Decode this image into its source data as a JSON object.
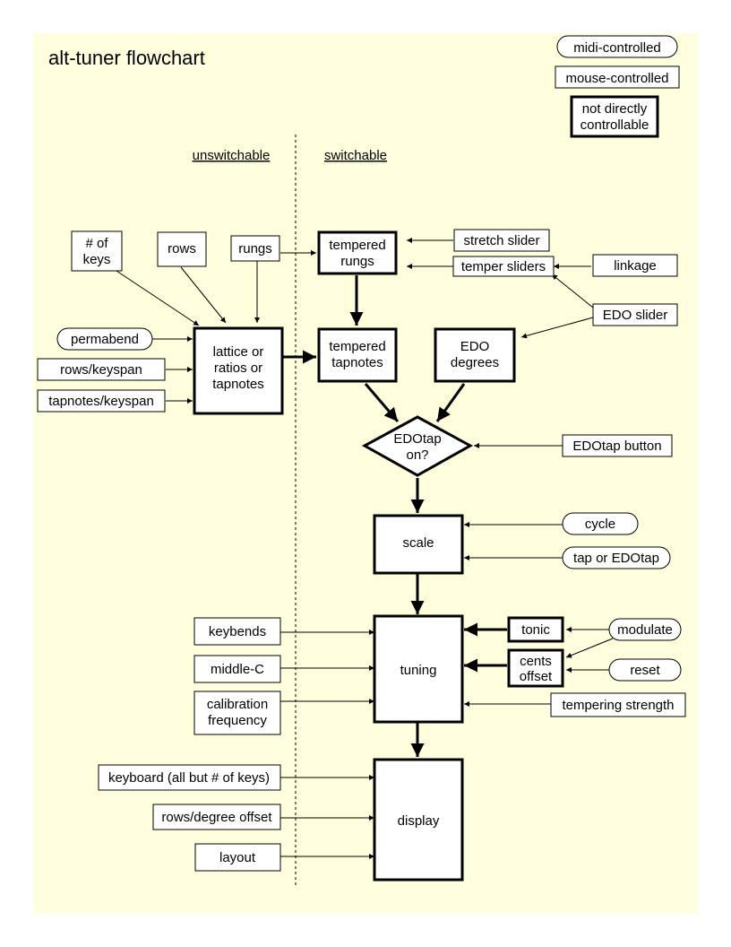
{
  "title": "alt-tuner flowchart",
  "legend": {
    "midi": "midi-controlled",
    "mouse": "mouse-controlled",
    "not_direct": [
      "not directly",
      "controllable"
    ]
  },
  "sections": {
    "left": "unswitchable",
    "right": "switchable"
  },
  "nodes": {
    "num_keys": [
      "# of",
      "keys"
    ],
    "rows": "rows",
    "rungs": "rungs",
    "tempered_rungs": [
      "tempered",
      "rungs"
    ],
    "stretch_slider": "stretch slider",
    "temper_sliders": "temper sliders",
    "linkage": "linkage",
    "edo_slider": "EDO slider",
    "permabend": "permabend",
    "rows_keyspan": "rows/keyspan",
    "tapnotes_keyspan": "tapnotes/keyspan",
    "lattice": [
      "lattice or",
      "ratios or",
      "tapnotes"
    ],
    "tempered_tapnotes": [
      "tempered",
      "tapnotes"
    ],
    "edo_degrees": [
      "EDO",
      "degrees"
    ],
    "edotap_on": [
      "EDOtap",
      "on?"
    ],
    "edotap_button": "EDOtap button",
    "scale": "scale",
    "cycle": "cycle",
    "tap_or_edotap": "tap or EDOtap",
    "keybends": "keybends",
    "middle_c": "middle-C",
    "calibration": [
      "calibration",
      "frequency"
    ],
    "tuning": "tuning",
    "tonic": "tonic",
    "cents_offset": [
      "cents",
      "offset"
    ],
    "modulate": "modulate",
    "reset": "reset",
    "tempering_strength": "tempering strength",
    "keyboard": "keyboard (all but # of keys)",
    "rows_degree_offset": "rows/degree offset",
    "layout": "layout",
    "display": "display"
  },
  "colors": {
    "background": "#ffffdd",
    "page": "#ffffff",
    "stroke": "#000000"
  }
}
